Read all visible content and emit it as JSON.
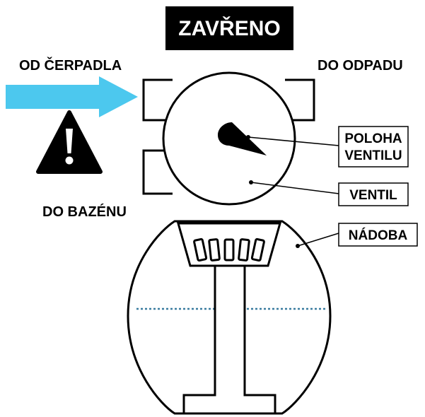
{
  "title": "ZAVŘENO",
  "labels": {
    "from_pump": "OD ČERPADLA",
    "to_waste": "DO ODPADU",
    "to_pool": "DO BAZÉNU",
    "valve_position_line1": "POLOHA",
    "valve_position_line2": "VENTILU",
    "valve": "VENTIL",
    "container": "NÁDOBA"
  },
  "colors": {
    "flow_arrow": "#4cc8ee",
    "title_background": "#000000",
    "title_text": "#ffffff",
    "outline": "#000000",
    "water_level": "#3a7ca0"
  },
  "icons": {
    "warning": "warning-triangle-icon"
  }
}
